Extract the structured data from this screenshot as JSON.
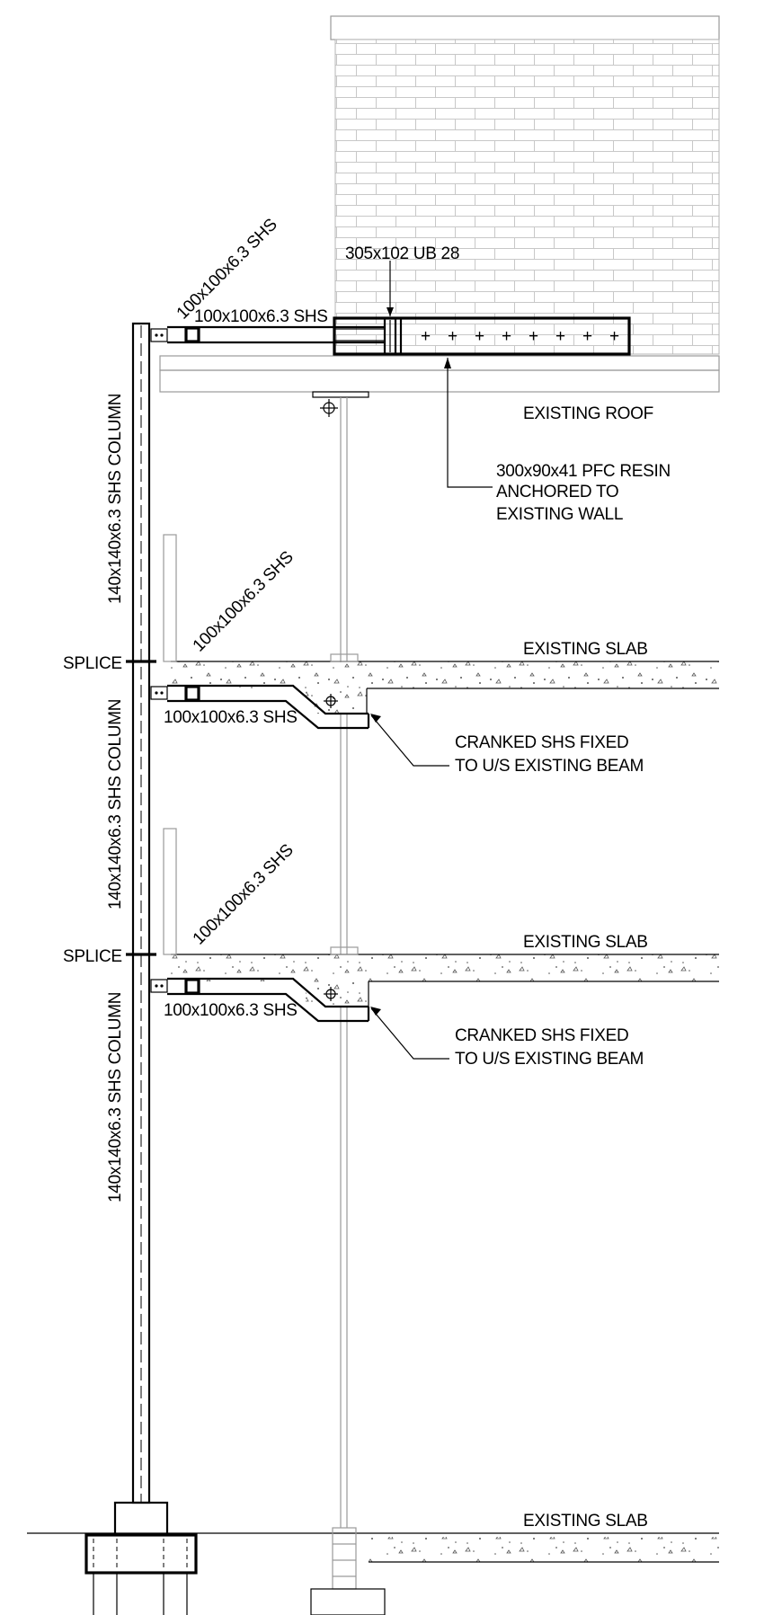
{
  "labels": {
    "ub_beam": "305x102 UB 28",
    "shs_roof_diag": "100x100x6.3 SHS",
    "shs_roof_horiz": "100x100x6.3 SHS",
    "existing_roof": "EXISTING ROOF",
    "pfc_line1": "300x90x41 PFC RESIN",
    "pfc_line2": "ANCHORED TO",
    "pfc_line3": "EXISTING WALL",
    "column_upper": "140x140x6.3 SHS COLUMN",
    "column_middle": "140x140x6.3 SHS COLUMN",
    "column_lower": "140x140x6.3 SHS COLUMN",
    "shs_slab1_diag": "100x100x6.3 SHS",
    "shs_slab1_horiz": "100x100x6.3 SHS",
    "shs_slab2_diag": "100x100x6.3 SHS",
    "shs_slab2_horiz": "100x100x6.3 SHS",
    "splice_upper": "SPLICE",
    "splice_lower": "SPLICE",
    "slab_upper": "EXISTING SLAB",
    "slab_middle": "EXISTING SLAB",
    "slab_lower": "EXISTING SLAB",
    "cranked1_line1": "CRANKED SHS FIXED",
    "cranked1_line2": "TO U/S EXISTING BEAM",
    "cranked2_line1": "CRANKED SHS FIXED",
    "cranked2_line2": "TO U/S EXISTING BEAM"
  },
  "colors": {
    "ink": "#000000",
    "brick": "#c8c8c8",
    "concrete_speckle": "#555555"
  }
}
